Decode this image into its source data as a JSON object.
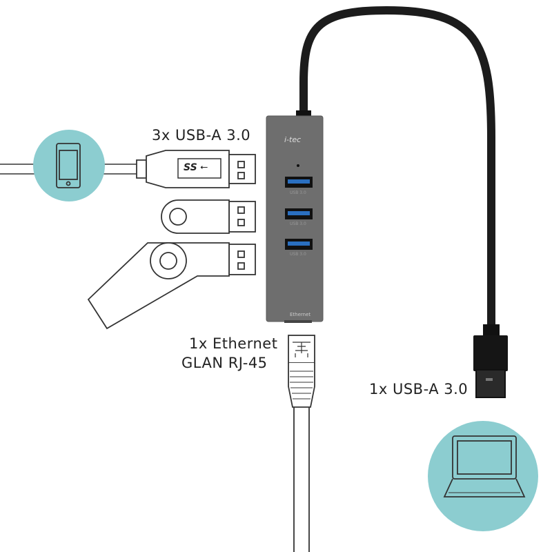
{
  "labels": {
    "usb_ports": "3x USB-A 3.0",
    "ethernet_line1": "1x Ethernet",
    "ethernet_line2": "GLAN RJ-45",
    "host_usb": "1x USB-A 3.0"
  },
  "hub": {
    "brand": "i-tec",
    "port_labels": [
      "USB 3.0",
      "USB 3.0",
      "USB 3.0"
    ],
    "ethernet_label": "Ethernet"
  },
  "plug_logo": "SS",
  "colors": {
    "circle": "#8ccdd0",
    "hub": "#6f6f6f",
    "port_blue": "#2a6fc0",
    "cable": "#1c1c1c"
  }
}
